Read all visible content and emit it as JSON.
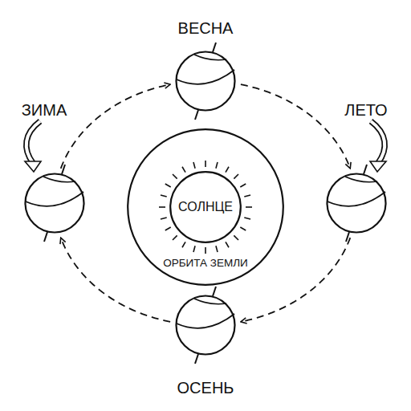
{
  "diagram": {
    "nodes": [
      {
        "text": [
          "ВЕСНА"
        ]
      },
      {
        "text": [
          "ЗИМА"
        ]
      },
      {
        "text": [
          "ЛЕТО"
        ]
      },
      {
        "text": [
          "ОРБИТА ЗЕМЛИ"
        ]
      },
      {
        "text": [
          "СОЛНЦЕ"
        ],
        "in": 3
      },
      {
        "text": [
          "ОСЕНЬ"
        ]
      }
    ],
    "edges": [
      {
        "from": 0,
        "to": 2,
        "arrow": "to"
      },
      {
        "from": 2,
        "to": 5,
        "arrow": "to"
      },
      {
        "from": 5,
        "to": 1,
        "arrow": "to"
      },
      {
        "from": 1,
        "to": 0,
        "arrow": "to"
      }
    ]
  }
}
